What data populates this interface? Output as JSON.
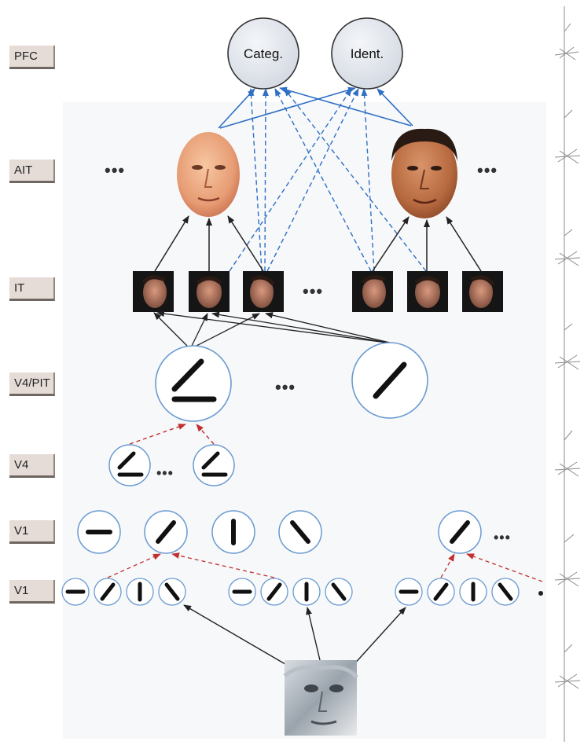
{
  "layers": {
    "pfc": "PFC",
    "ait": "AIT",
    "it": "IT",
    "v4pit": "V4/PIT",
    "v4": "V4",
    "v1_complex": "V1",
    "v1_simple": "V1"
  },
  "pfc_units": {
    "categ": "Categ.",
    "ident": "Ident."
  },
  "ellipsis": "•••",
  "colors": {
    "solid_edge": "#222222",
    "blue_edge": "#2f6fc4",
    "red_edge": "#c0302f",
    "unit_outline": "#6a9ad0",
    "pfc_fill": "#e4e8ee",
    "label_bg": "#e5dcd8"
  },
  "icons": {
    "ait_face_left": "face-bald-light-icon",
    "ait_face_right": "face-dark-icon",
    "it_views": "face-view-icon",
    "input": "input-face-image-icon",
    "neuron_strip": "neuron-morphology-icon"
  }
}
